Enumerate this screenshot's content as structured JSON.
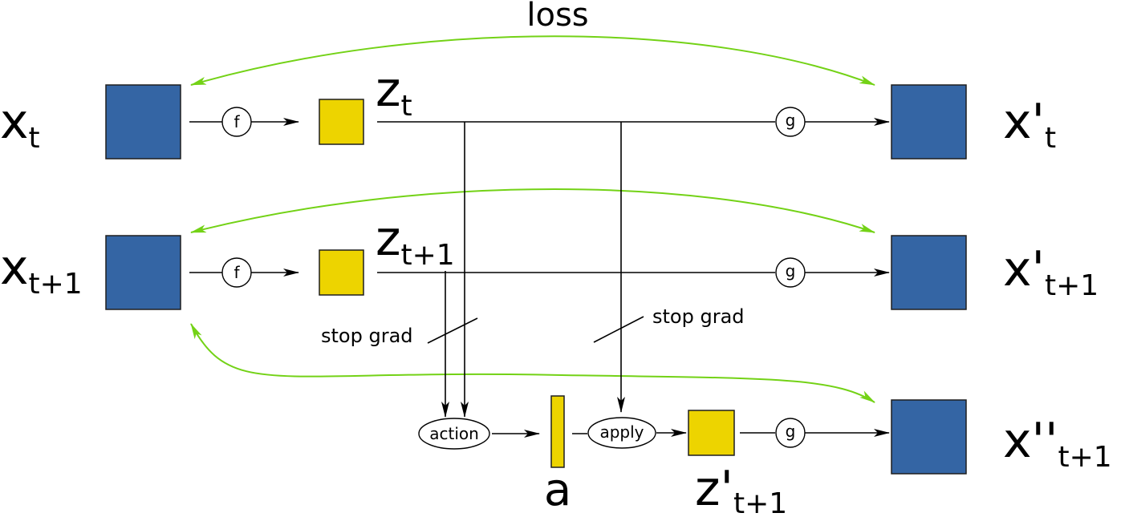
{
  "loss_label": "loss",
  "inputs": {
    "x_t": {
      "base": "x",
      "sub": "t"
    },
    "x_t1": {
      "base": "x",
      "sub": "t+1"
    }
  },
  "latents": {
    "z_t": {
      "base": "z",
      "sub": "t"
    },
    "z_t1": {
      "base": "z",
      "sub": "t+1"
    },
    "z_prime_t1": {
      "base": "z'",
      "sub": "t+1"
    }
  },
  "outputs": {
    "x_prime_t": {
      "base": "x'",
      "sub": "t"
    },
    "x_prime_t1": {
      "base": "x'",
      "sub": "t+1"
    },
    "x_dprime_t1": {
      "base": "x''",
      "sub": "t+1"
    }
  },
  "action_var": "a",
  "ops": {
    "f": "f",
    "g": "g",
    "action": "action",
    "apply": "apply"
  },
  "stop_grad_label": "stop grad",
  "colors": {
    "image_box": "#3465a4",
    "latent_box": "#edd400",
    "loss_arrow": "#73d216"
  }
}
